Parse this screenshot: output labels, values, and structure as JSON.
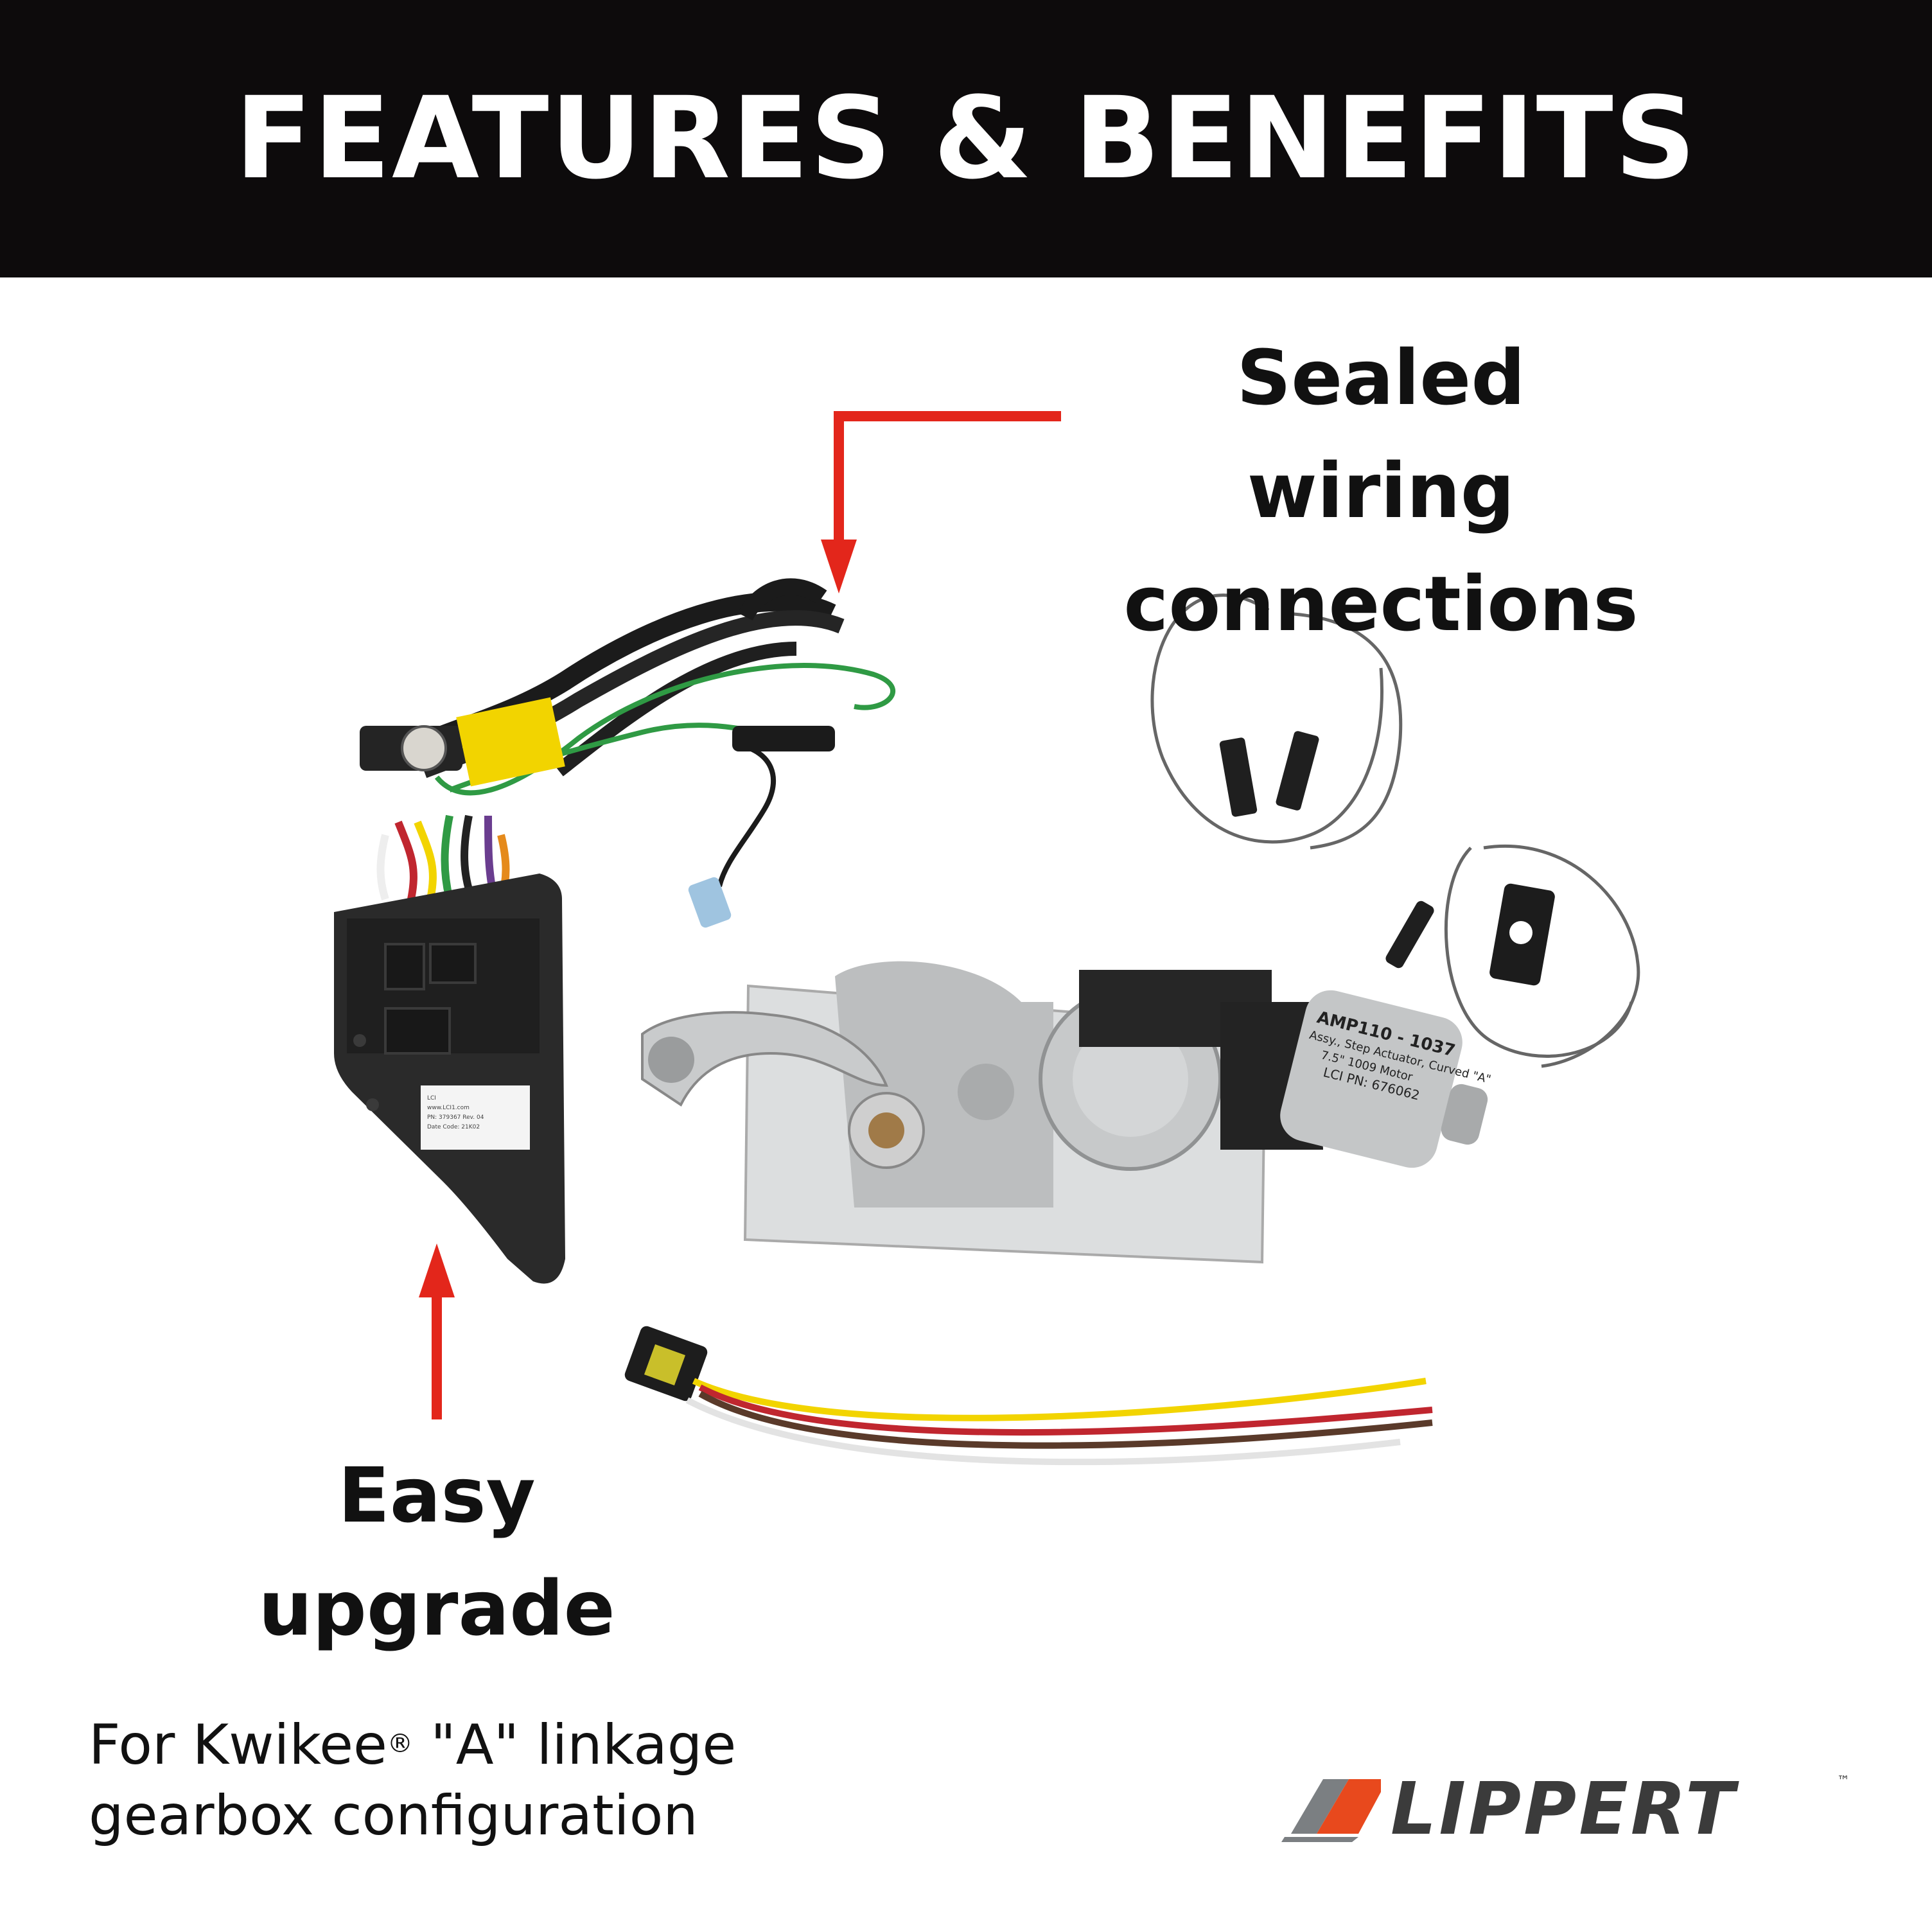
{
  "banner": {
    "title": "FEATURES & BENEFITS"
  },
  "callouts": {
    "sealed_wiring": {
      "line1": "Sealed wiring",
      "line2": "connections"
    },
    "easy_upgrade": {
      "line1": "Easy",
      "line2": "upgrade"
    }
  },
  "footnote": {
    "line1_before": "For Kwikee",
    "registered": "®",
    "line1_after": " \"A\" linkage",
    "line2": "gearbox configuration"
  },
  "motor_label": {
    "l1": "AMP110 - 1037",
    "l2": "Assy., Step Actuator, Curved \"A\"",
    "l3": "7.5\" 1009 Motor",
    "l4": "LCI PN: 676062"
  },
  "controller_label": {
    "l1": "LCI",
    "l2": "www.LCI1.com",
    "l3": "PN: 379367 Rev. 04",
    "l4": "Date Code: 21K02"
  },
  "logo": {
    "wordmark": "LIPPERT",
    "tm": "™"
  },
  "colors": {
    "arrow": "#e3261b",
    "banner": "#0d0b0c",
    "logo_orange": "#e8491d",
    "logo_gray": "#7b7f82"
  }
}
